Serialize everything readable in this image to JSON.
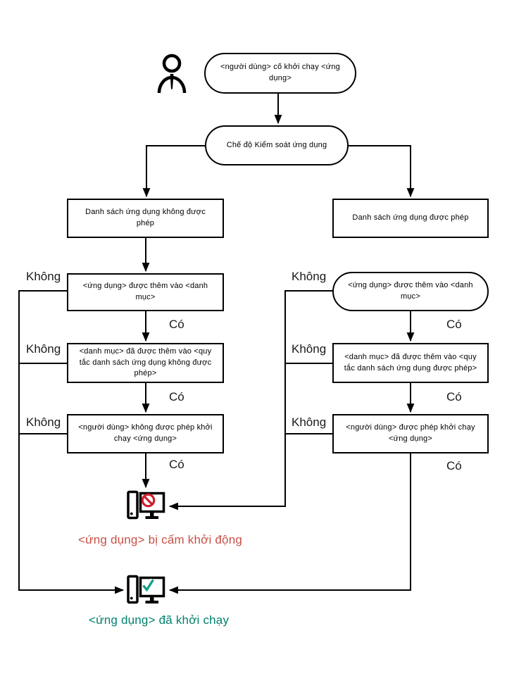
{
  "diagram": {
    "type": "flowchart",
    "start": "<người dùng> cố khởi chạy <ứng dụng>",
    "mode": "Chế độ Kiểm soát ứng dụng",
    "labels": {
      "yes": "Có",
      "no": "Không"
    },
    "deny_branch": {
      "list": "Danh sách ứng dụng không được phép",
      "step_app_in_category": "<ứng dụng> được thêm vào <danh mục>",
      "step_category_in_rule": "<danh mục> đã được thêm vào <quy tắc danh sách ứng dụng không được phép>",
      "step_user_permission": "<người dùng> không được phép khởi chạy <ứng dụng>",
      "result": "<ứng dụng> bị cấm khởi động"
    },
    "allow_branch": {
      "list": "Danh sách ứng dụng được phép",
      "step_app_in_category": "<ứng dụng> được thêm vào <danh mục>",
      "step_category_in_rule": "<danh mục> đã được thêm vào <quy tắc danh sách ứng dụng được phép>",
      "step_user_permission": "<người dùng> được phép khởi chạy <ứng dụng>",
      "result": "<ứng dụng> đã khởi chạy"
    },
    "icons": [
      "user-icon",
      "computer-blocked-icon",
      "computer-allowed-icon"
    ],
    "colors": {
      "line": "#000000",
      "blocked_badge": "#cc1f2d",
      "blocked_text": "#c75046",
      "allowed_badge": "#12a385",
      "allowed_text": "#00826e"
    }
  }
}
